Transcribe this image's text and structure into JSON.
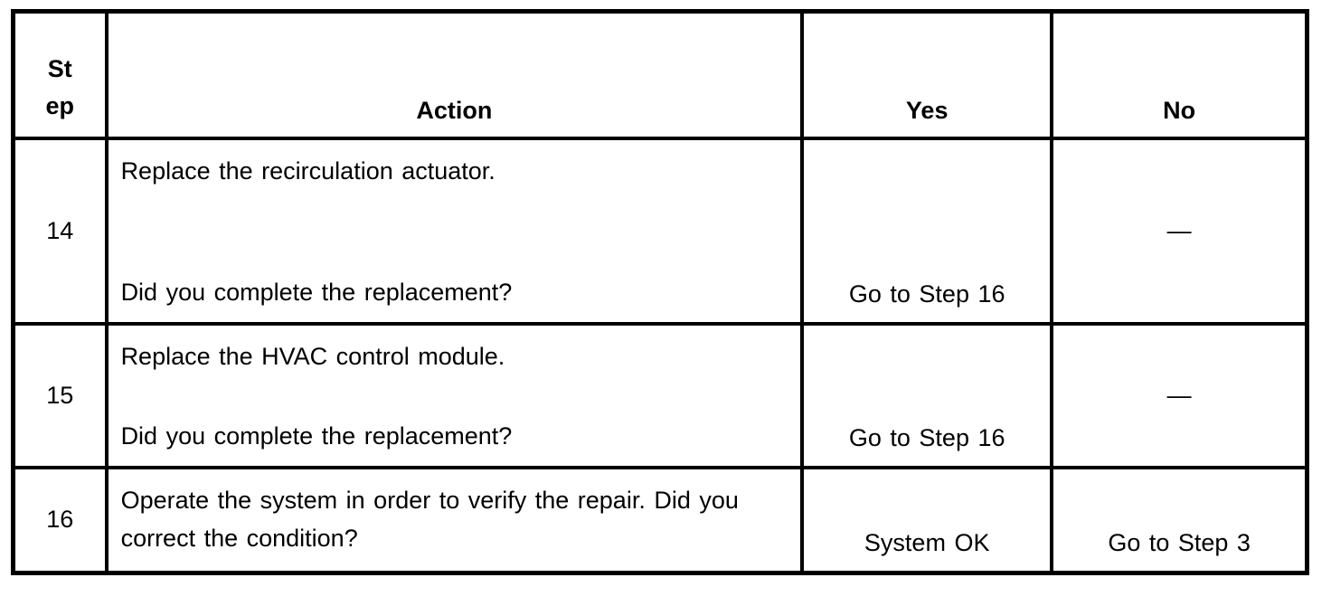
{
  "page": {
    "background": "#ffffff",
    "border_color": "#000000",
    "text_color": "#000000"
  },
  "table": {
    "header": {
      "step_lines": [
        "St",
        "ep"
      ],
      "action": "Action",
      "yes": "Yes",
      "no": "No"
    },
    "rows": [
      {
        "step": "14",
        "instruction": "Replace the recirculation actuator.",
        "question": "Did you complete the replacement?",
        "yes": "Go to Step 16",
        "no": "—"
      },
      {
        "step": "15",
        "instruction": "Replace the HVAC control module.",
        "question": "Did you complete the replacement?",
        "yes": "Go to Step 16",
        "no": "—"
      },
      {
        "step": "16",
        "instruction": "Operate the system in order to verify the repair. Did you correct the condition?",
        "yes": "System OK",
        "no": "Go to Step 3"
      }
    ]
  }
}
